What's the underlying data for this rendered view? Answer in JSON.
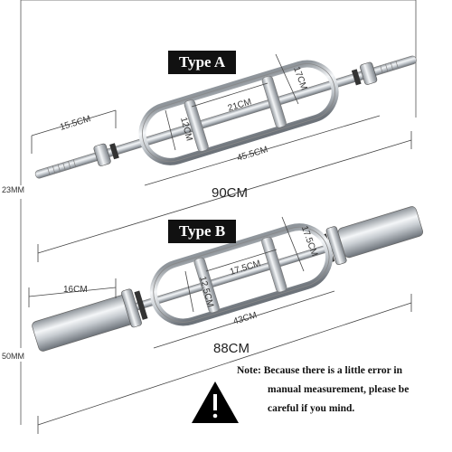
{
  "type_a": {
    "title": "Type A",
    "dims": {
      "handle_spacing": "17CM",
      "grip_length": "21CM",
      "grip_width": "12CM",
      "sleeve": "15.5CM",
      "frame_length": "45.5CM",
      "total_length": "90CM",
      "diameter": "23MM"
    }
  },
  "type_b": {
    "title": "Type B",
    "dims": {
      "handle_spacing": "17.5CM",
      "grip_length": "17.5CM",
      "grip_width": "12.5CM",
      "sleeve": "16CM",
      "frame_length": "43CM",
      "total_length": "88CM",
      "diameter": "50MM"
    }
  },
  "note": {
    "line1": "Note: Because there is a little error in",
    "line2": "manual measurement, please be",
    "line3": "careful if you mind."
  },
  "icons": [
    "warning-icon"
  ],
  "colors": {
    "badge_bg": "#111111",
    "badge_text": "#ffffff",
    "chrome": "#b9bec4",
    "dim_line": "#444444"
  }
}
